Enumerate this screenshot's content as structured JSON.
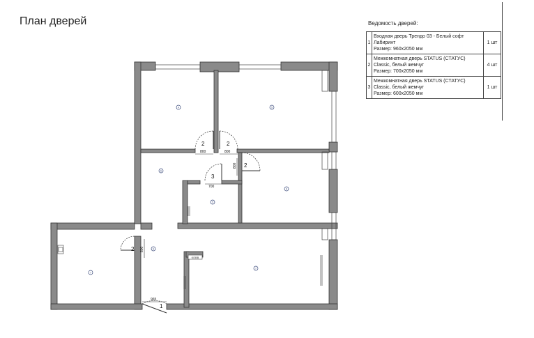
{
  "title": "План дверей",
  "schedule": {
    "title": "Ведомость дверей:",
    "rows": [
      {
        "num": "1",
        "lines": [
          "Входная дверь Трендо 03 - Белый софт",
          "Лабиринт",
          "Размер: 960x2050 мм"
        ],
        "qty": "1 шт"
      },
      {
        "num": "2",
        "lines": [
          "Межкомнатная дверь STATUS (СТАТУС)",
          "Classic, белый жемчуг",
          "Размер: 700x2050 мм"
        ],
        "qty": "4 шт"
      },
      {
        "num": "3",
        "lines": [
          "Межкомнатная дверь STATUS (СТАТУС)",
          "Classic, белый жемчуг",
          "Размер: 600x2050 мм"
        ],
        "qty": "1 шт"
      }
    ]
  },
  "plan": {
    "doors": [
      {
        "tag": "2",
        "dim": "800"
      },
      {
        "tag": "2",
        "dim": "800"
      },
      {
        "tag": "2",
        "dim": "800"
      },
      {
        "tag": "3",
        "dim": "700"
      },
      {
        "tag": "2",
        "dim": "800"
      },
      {
        "tag": "1",
        "dim": "965"
      }
    ],
    "room_markers": [
      "4",
      "5",
      "6",
      "6",
      "6",
      "5",
      "7",
      "7"
    ],
    "fixture_label": "KEBB"
  }
}
